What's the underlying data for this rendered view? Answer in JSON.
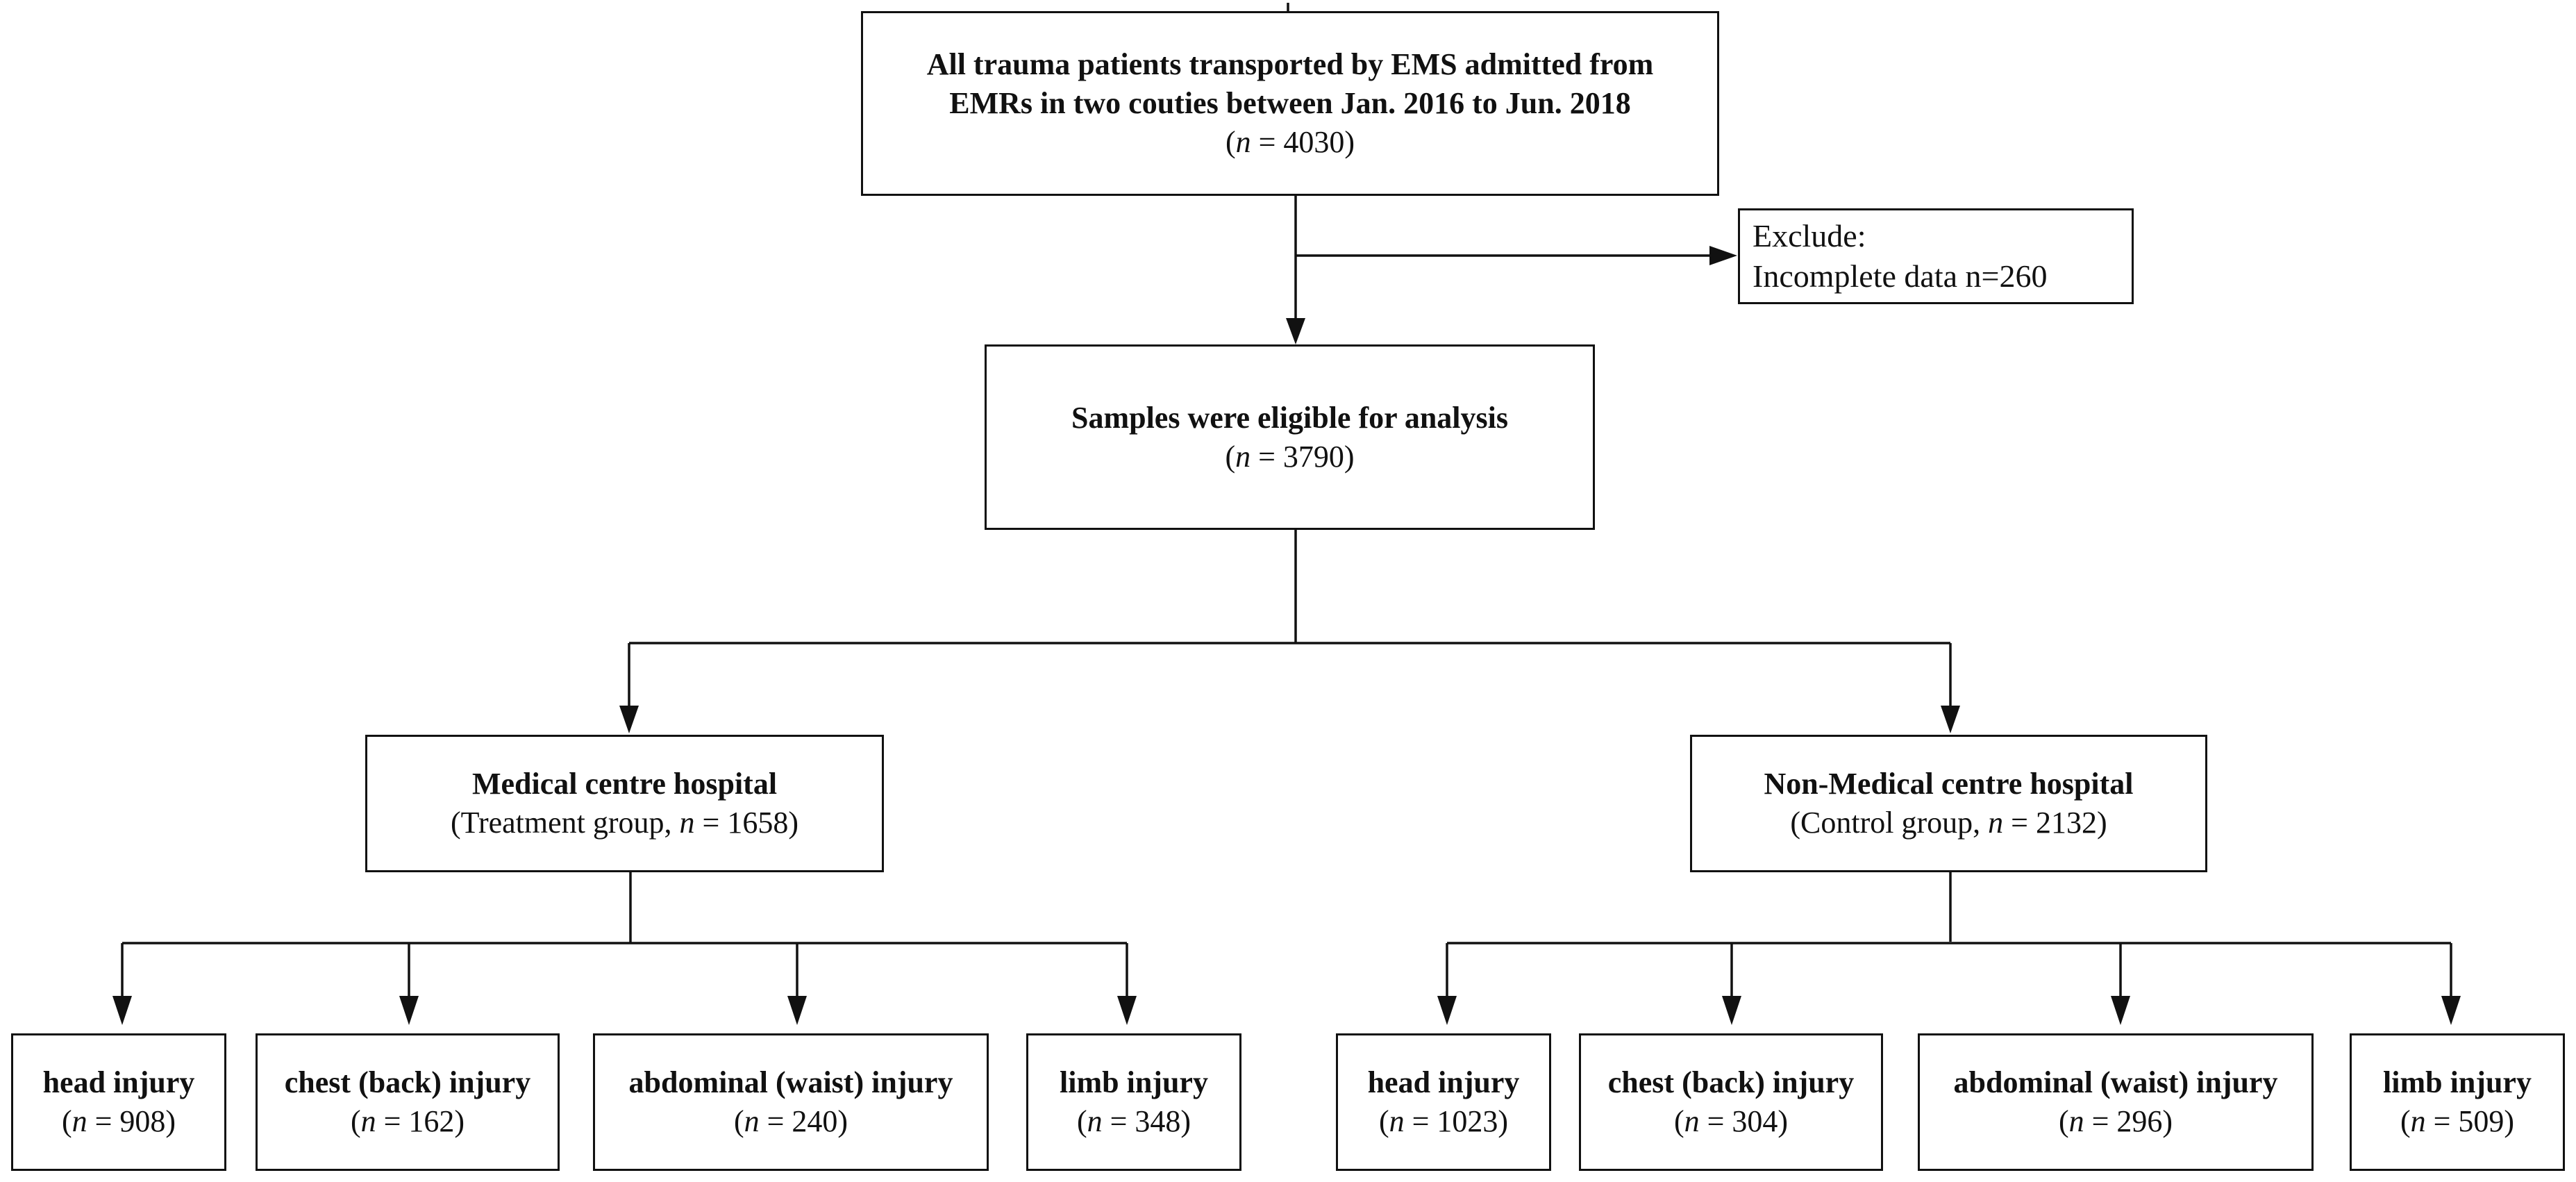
{
  "top_box": {
    "line1": "All trauma patients transported by EMS admitted from",
    "line2": "EMRs in two couties between Jan. 2016 to Jun. 2018",
    "n_prefix": "(",
    "n_var": "n",
    "n_suffix": " = 4030)"
  },
  "exclude_box": {
    "line1": "Exclude:",
    "line2": "Incomplete data n=260"
  },
  "eligible_box": {
    "title": "Samples were eligible for analysis",
    "n_prefix": "(",
    "n_var": "n",
    "n_suffix": " = 3790)"
  },
  "medical_box": {
    "title": "Medical centre hospital",
    "sub_prefix": "(Treatment group, ",
    "n_var": "n",
    "sub_suffix": " = 1658)"
  },
  "nonmedical_box": {
    "title": "Non-Medical centre hospital",
    "sub_prefix": "(Control group, ",
    "n_var": "n",
    "sub_suffix": " = 2132)"
  },
  "medical_injuries": [
    {
      "label": "head injury",
      "n_prefix": "(",
      "n_var": "n",
      "n_suffix": " = 908)"
    },
    {
      "label": "chest (back) injury",
      "n_prefix": "(",
      "n_var": "n",
      "n_suffix": " = 162)"
    },
    {
      "label": "abdominal (waist) injury",
      "n_prefix": "(",
      "n_var": "n",
      "n_suffix": " = 240)"
    },
    {
      "label": "limb injury",
      "n_prefix": "(",
      "n_var": "n",
      "n_suffix": " = 348)"
    }
  ],
  "nonmedical_injuries": [
    {
      "label": "head injury",
      "n_prefix": "(",
      "n_var": "n",
      "n_suffix": " = 1023)"
    },
    {
      "label": "chest (back) injury",
      "n_prefix": "(",
      "n_var": "n",
      "n_suffix": " = 304)"
    },
    {
      "label": "abdominal (waist) injury",
      "n_prefix": "(",
      "n_var": "n",
      "n_suffix": " = 296)"
    },
    {
      "label": "limb injury",
      "n_prefix": "(",
      "n_var": "n",
      "n_suffix": " = 509)"
    }
  ],
  "colors": {
    "stroke": "#111111",
    "background": "#ffffff"
  }
}
